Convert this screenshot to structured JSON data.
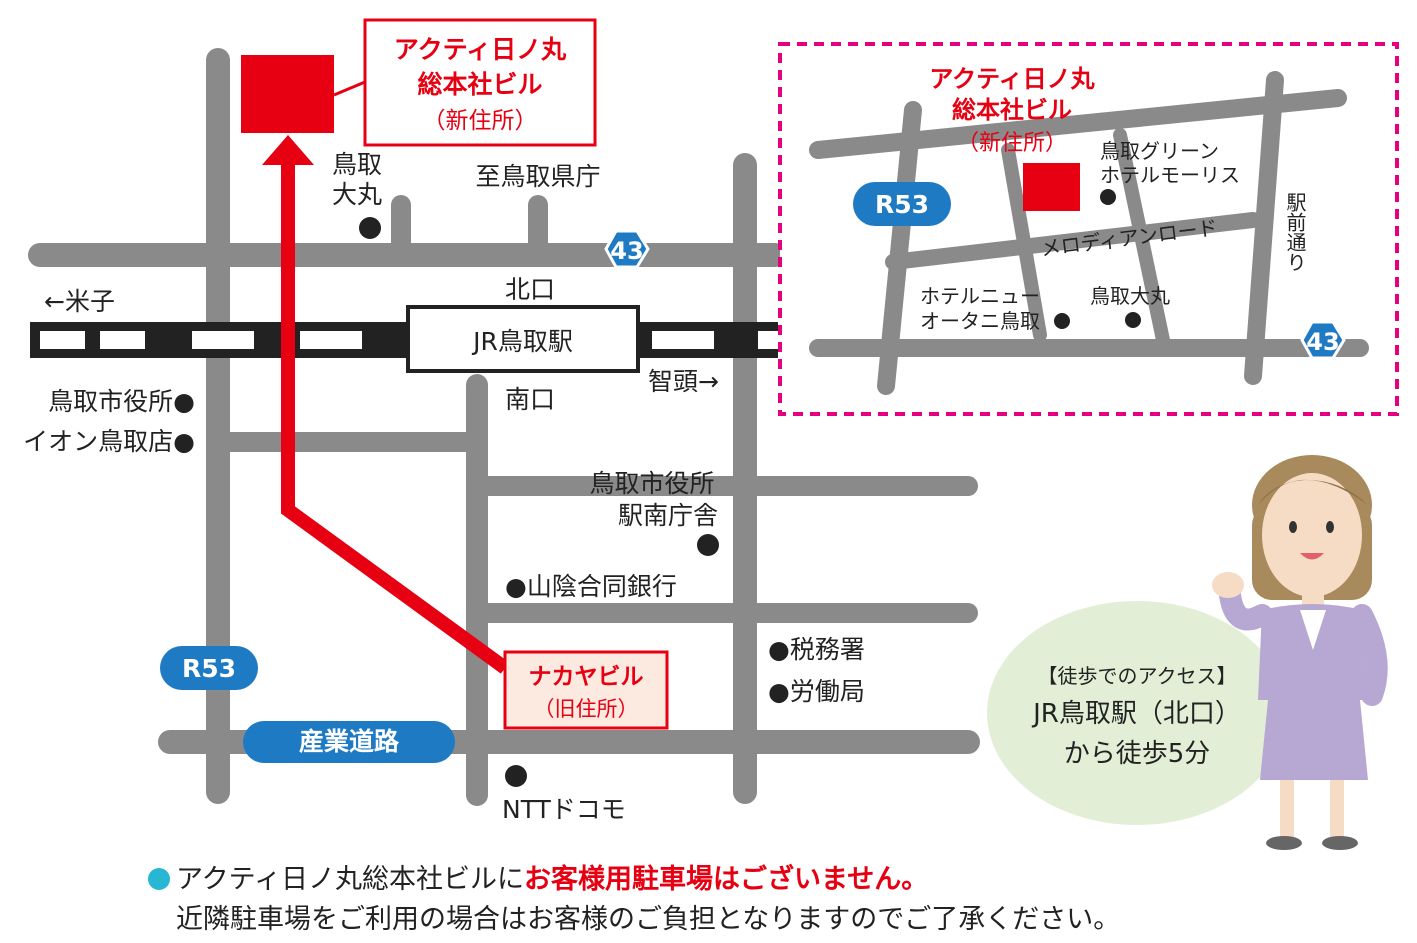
{
  "main_map": {
    "new_office_title_1": "アクティ日ノ丸",
    "new_office_title_2": "総本社ビル",
    "new_office_sub": "（新住所）",
    "old_office_title": "ナカヤビル",
    "old_office_sub": "（旧住所）",
    "station_name": "JR鳥取駅",
    "north_exit": "北口",
    "south_exit": "南口",
    "to_yonago": "←米子",
    "to_chizu": "智頭→",
    "to_prefectural_office": "至鳥取県庁",
    "daimaru_1": "鳥取",
    "daimaru_2": "大丸",
    "city_hall": "鳥取市役所●",
    "aeon": "イオン鳥取店●",
    "city_hall_south_1": "鳥取市役所",
    "city_hall_south_2": "駅南庁舎",
    "sanin_bank": "●山陰合同銀行",
    "tax_office": "●税務署",
    "labor_office": "●労働局",
    "ntt_docomo": "NTTドコモ",
    "route_43": "43",
    "route_r53": "R53",
    "sangyo_road": "産業道路"
  },
  "inset_map": {
    "office_title_1": "アクティ日ノ丸",
    "office_title_2": "総本社ビル",
    "office_sub": "（新住所）",
    "green_hotel_1": "鳥取グリーン",
    "green_hotel_2": "ホテルモーリス",
    "melody_road": "メロディアンロード",
    "ekimae_dori": "駅前通り",
    "hotel_new_otani_1": "ホテルニュー",
    "hotel_new_otani_2": "オータニ鳥取",
    "daimaru": "鳥取大丸",
    "route_r53": "R53",
    "route_43": "43"
  },
  "access": {
    "heading": "【徒歩でのアクセス】",
    "line1": "JR鳥取駅（北口）",
    "line2": "から徒歩5分"
  },
  "note": {
    "prefix": "アクティ日ノ丸総本社ビルに",
    "warning": "お客様用駐車場はございません。",
    "line2": "近隣駐車場をご利用の場合はお客様のご負担となりますのでご了承ください。"
  },
  "colors": {
    "road": "#8a8a8a",
    "brand_red": "#e60012",
    "route_blue": "#1f7ac4",
    "inset_border": "#e4007f",
    "access_bubble": "#e2efd6",
    "bullet_cyan": "#27b6d4"
  }
}
